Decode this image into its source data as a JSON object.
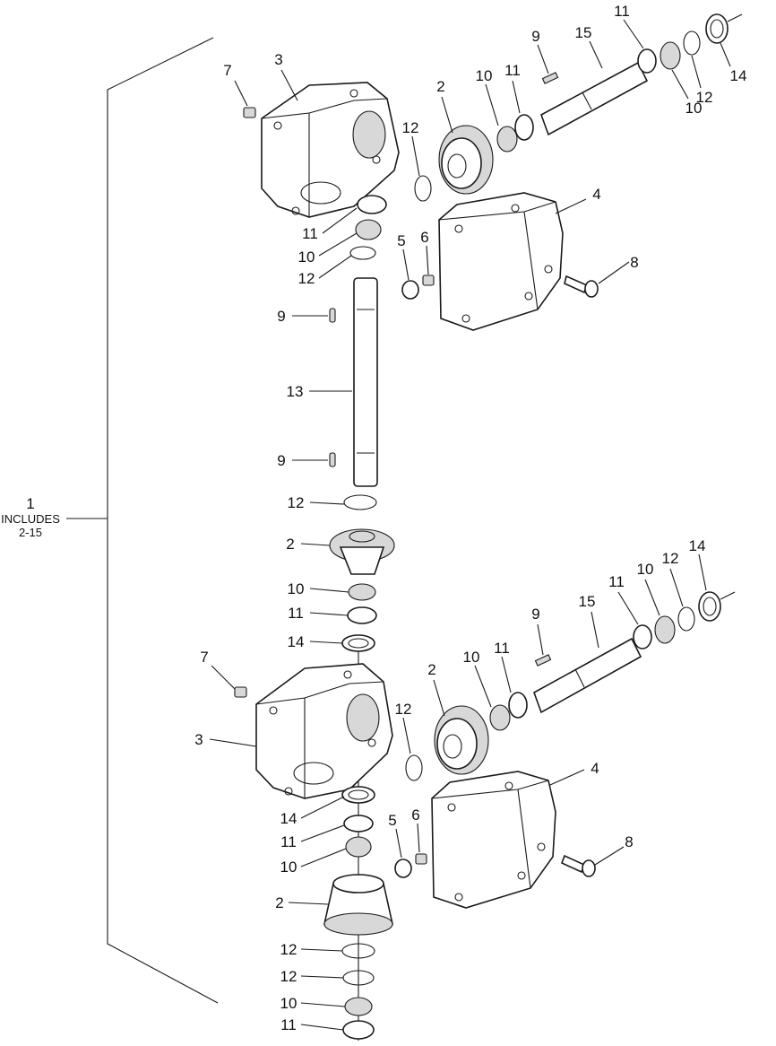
{
  "assembly": {
    "number": "1",
    "includes_label": "INCLUDES",
    "includes_range": "2-15"
  },
  "callouts": {
    "bevel_gear": "2",
    "gearbox_housing": "3",
    "gearbox_cover": "4",
    "plug": "5",
    "fitting": "6",
    "vent_plug": "7",
    "bolt": "8",
    "key": "9",
    "bearing_cone": "10",
    "bearing_cup": "11",
    "snap_ring": "12",
    "vertical_shaft": "13",
    "seal": "14",
    "input_shaft": "15"
  }
}
